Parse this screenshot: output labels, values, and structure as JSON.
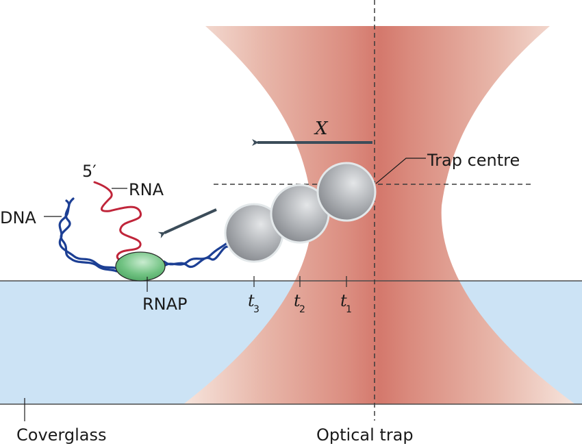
{
  "figure": {
    "title": "Optical trap transcription assay schematic",
    "labels": {
      "dna": "DNA",
      "rna": "RNA",
      "five_prime": "5′",
      "rnap": "RNAP",
      "trap_centre": "Trap centre",
      "coverglass": "Coverglass",
      "optical_trap": "Optical trap",
      "displacement": "X"
    },
    "time_ticks": [
      {
        "base": "t",
        "sub": "3"
      },
      {
        "base": "t",
        "sub": "2"
      },
      {
        "base": "t",
        "sub": "1"
      }
    ],
    "colors": {
      "beam_core": "#d4786c",
      "beam_edge": "#f4e0d8",
      "coverglass": "#cce3f5",
      "dna": "#1c3f94",
      "rna": "#c0253a",
      "rnap": "#6cbf7c",
      "bead": "#a6a9ad",
      "arrow": "#3b4c59"
    }
  }
}
